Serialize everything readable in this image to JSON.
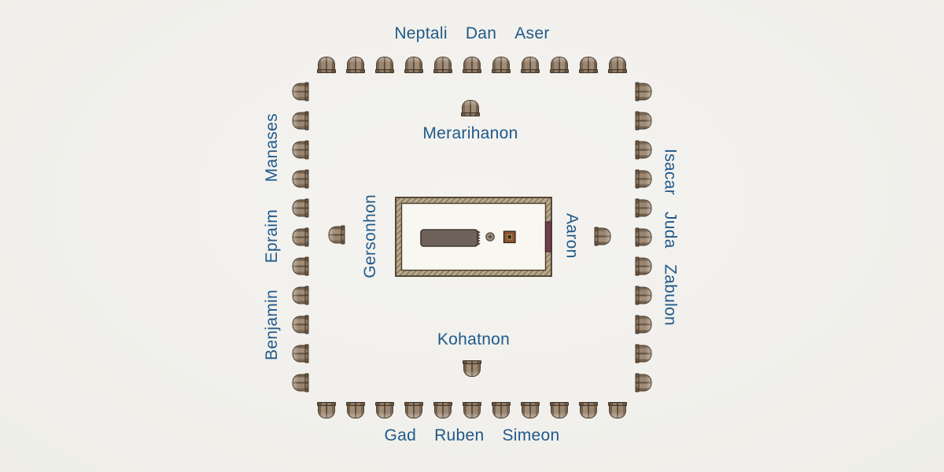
{
  "colors": {
    "background": "#f1f0ec",
    "label_blue": "#20598a",
    "tent_brown": "#8d7a66",
    "courtyard_tan": "#b5a88c",
    "gate_maroon": "#6f3e4b",
    "tabernacle_gray": "#6f625b"
  },
  "camps": {
    "top": {
      "tribes": [
        "Neptali",
        "Dan",
        "Aser"
      ],
      "tents": 11
    },
    "right": {
      "tribes": [
        "Isacar",
        "Juda",
        "Zabulon"
      ],
      "tents": 11
    },
    "bottom": {
      "tribes": [
        "Gad",
        "Ruben",
        "Simeon"
      ],
      "tents": 11
    },
    "left": {
      "tribes": [
        "Benjamin",
        "Epraim",
        "Manases"
      ],
      "tents": 11
    }
  },
  "levites": {
    "top": "Merarihanon",
    "left": "Gersonhon",
    "bottom": "Kohatnon",
    "right": "Aaron"
  }
}
